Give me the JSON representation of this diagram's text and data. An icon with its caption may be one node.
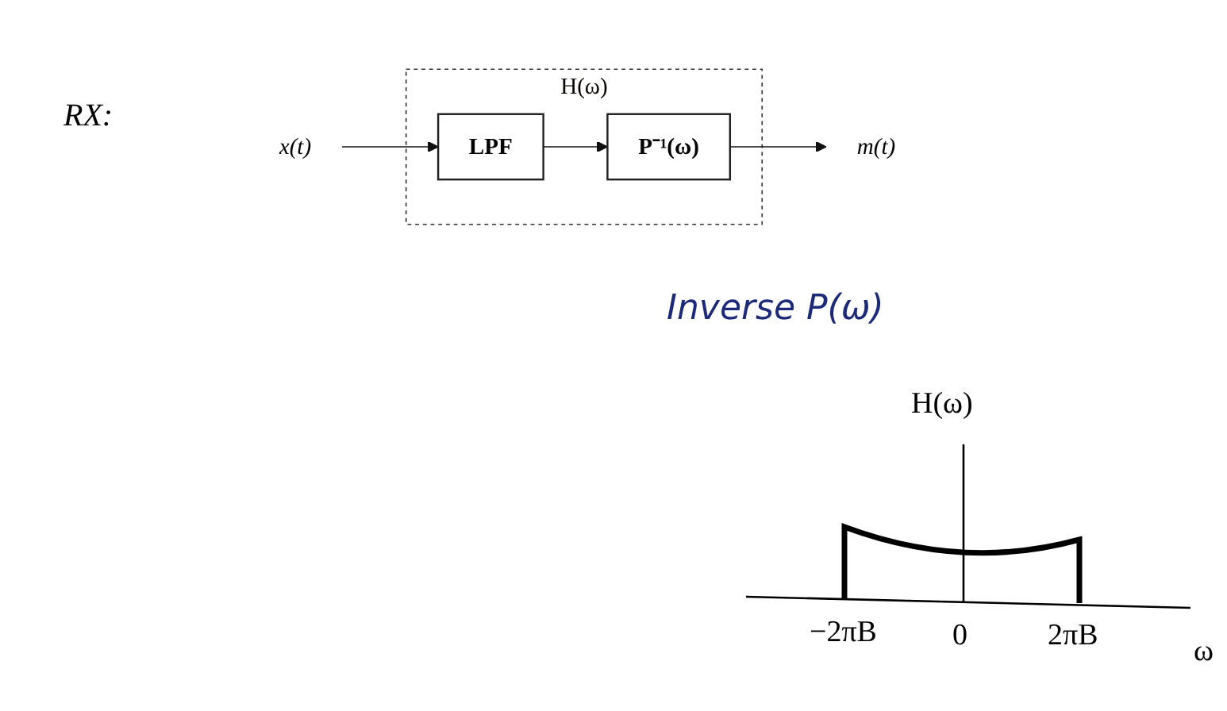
{
  "diagram": {
    "nodes": [
      {
        "text": [
          "H(ω)"
        ]
      },
      {
        "text": [
          "LPF"
        ],
        "in": 0
      },
      {
        "text": [
          "P⁻¹(ω)"
        ],
        "in": 0
      },
      {
        "text": [
          "x(t)"
        ]
      },
      {
        "text": [
          "m(t)"
        ]
      }
    ],
    "edges": [
      {
        "from": 3,
        "to": 1,
        "arrow": "to"
      },
      {
        "from": 1,
        "to": 2,
        "arrow": "to"
      },
      {
        "from": 2,
        "to": 4,
        "arrow": "to"
      }
    ],
    "labels": [
      "RX:",
      "Inverse P(ω)",
      "H(ω)",
      "−2πB",
      "0",
      "2πB",
      "ω"
    ]
  }
}
